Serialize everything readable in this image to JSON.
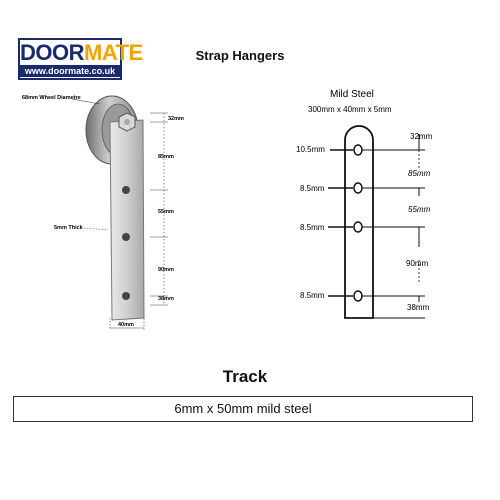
{
  "logo": {
    "word_part1": "DOOR",
    "word_part2": "MATE",
    "url": "www.doormate.co.uk",
    "colors": {
      "navy": "#1a2a6c",
      "orange": "#f5a300"
    }
  },
  "title": "Strap Hangers",
  "hanger": {
    "wheel_label": "68mm Wheel Diametre",
    "thickness_label": "5mm Thick",
    "width_label": "40mm",
    "dims": [
      "32mm",
      "85mm",
      "55mm",
      "90mm",
      "38mm"
    ]
  },
  "schematic": {
    "material": "Mild Steel",
    "size": "300mm x 40mm x 5mm",
    "holes": [
      "10.5mm",
      "8.5mm",
      "8.5mm",
      "8.5mm"
    ],
    "dims": [
      "32mm",
      "85mm",
      "55mm",
      "90mm",
      "38mm"
    ]
  },
  "track": {
    "title": "Track",
    "spec": "6mm x 50mm  mild steel"
  }
}
